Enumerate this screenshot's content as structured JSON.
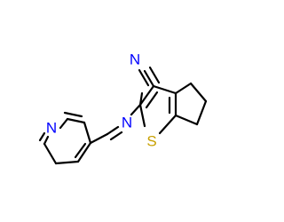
{
  "molecule": {
    "atoms": {
      "nitrile_n": {
        "symbol": "N",
        "color": "#0000ff"
      },
      "imine_n": {
        "symbol": "N",
        "color": "#0000ff"
      },
      "pyridine_n": {
        "symbol": "N",
        "color": "#0000ff"
      },
      "thiophene_s": {
        "symbol": "S",
        "color": "#c8a000"
      }
    },
    "bond_color": "#000000"
  }
}
